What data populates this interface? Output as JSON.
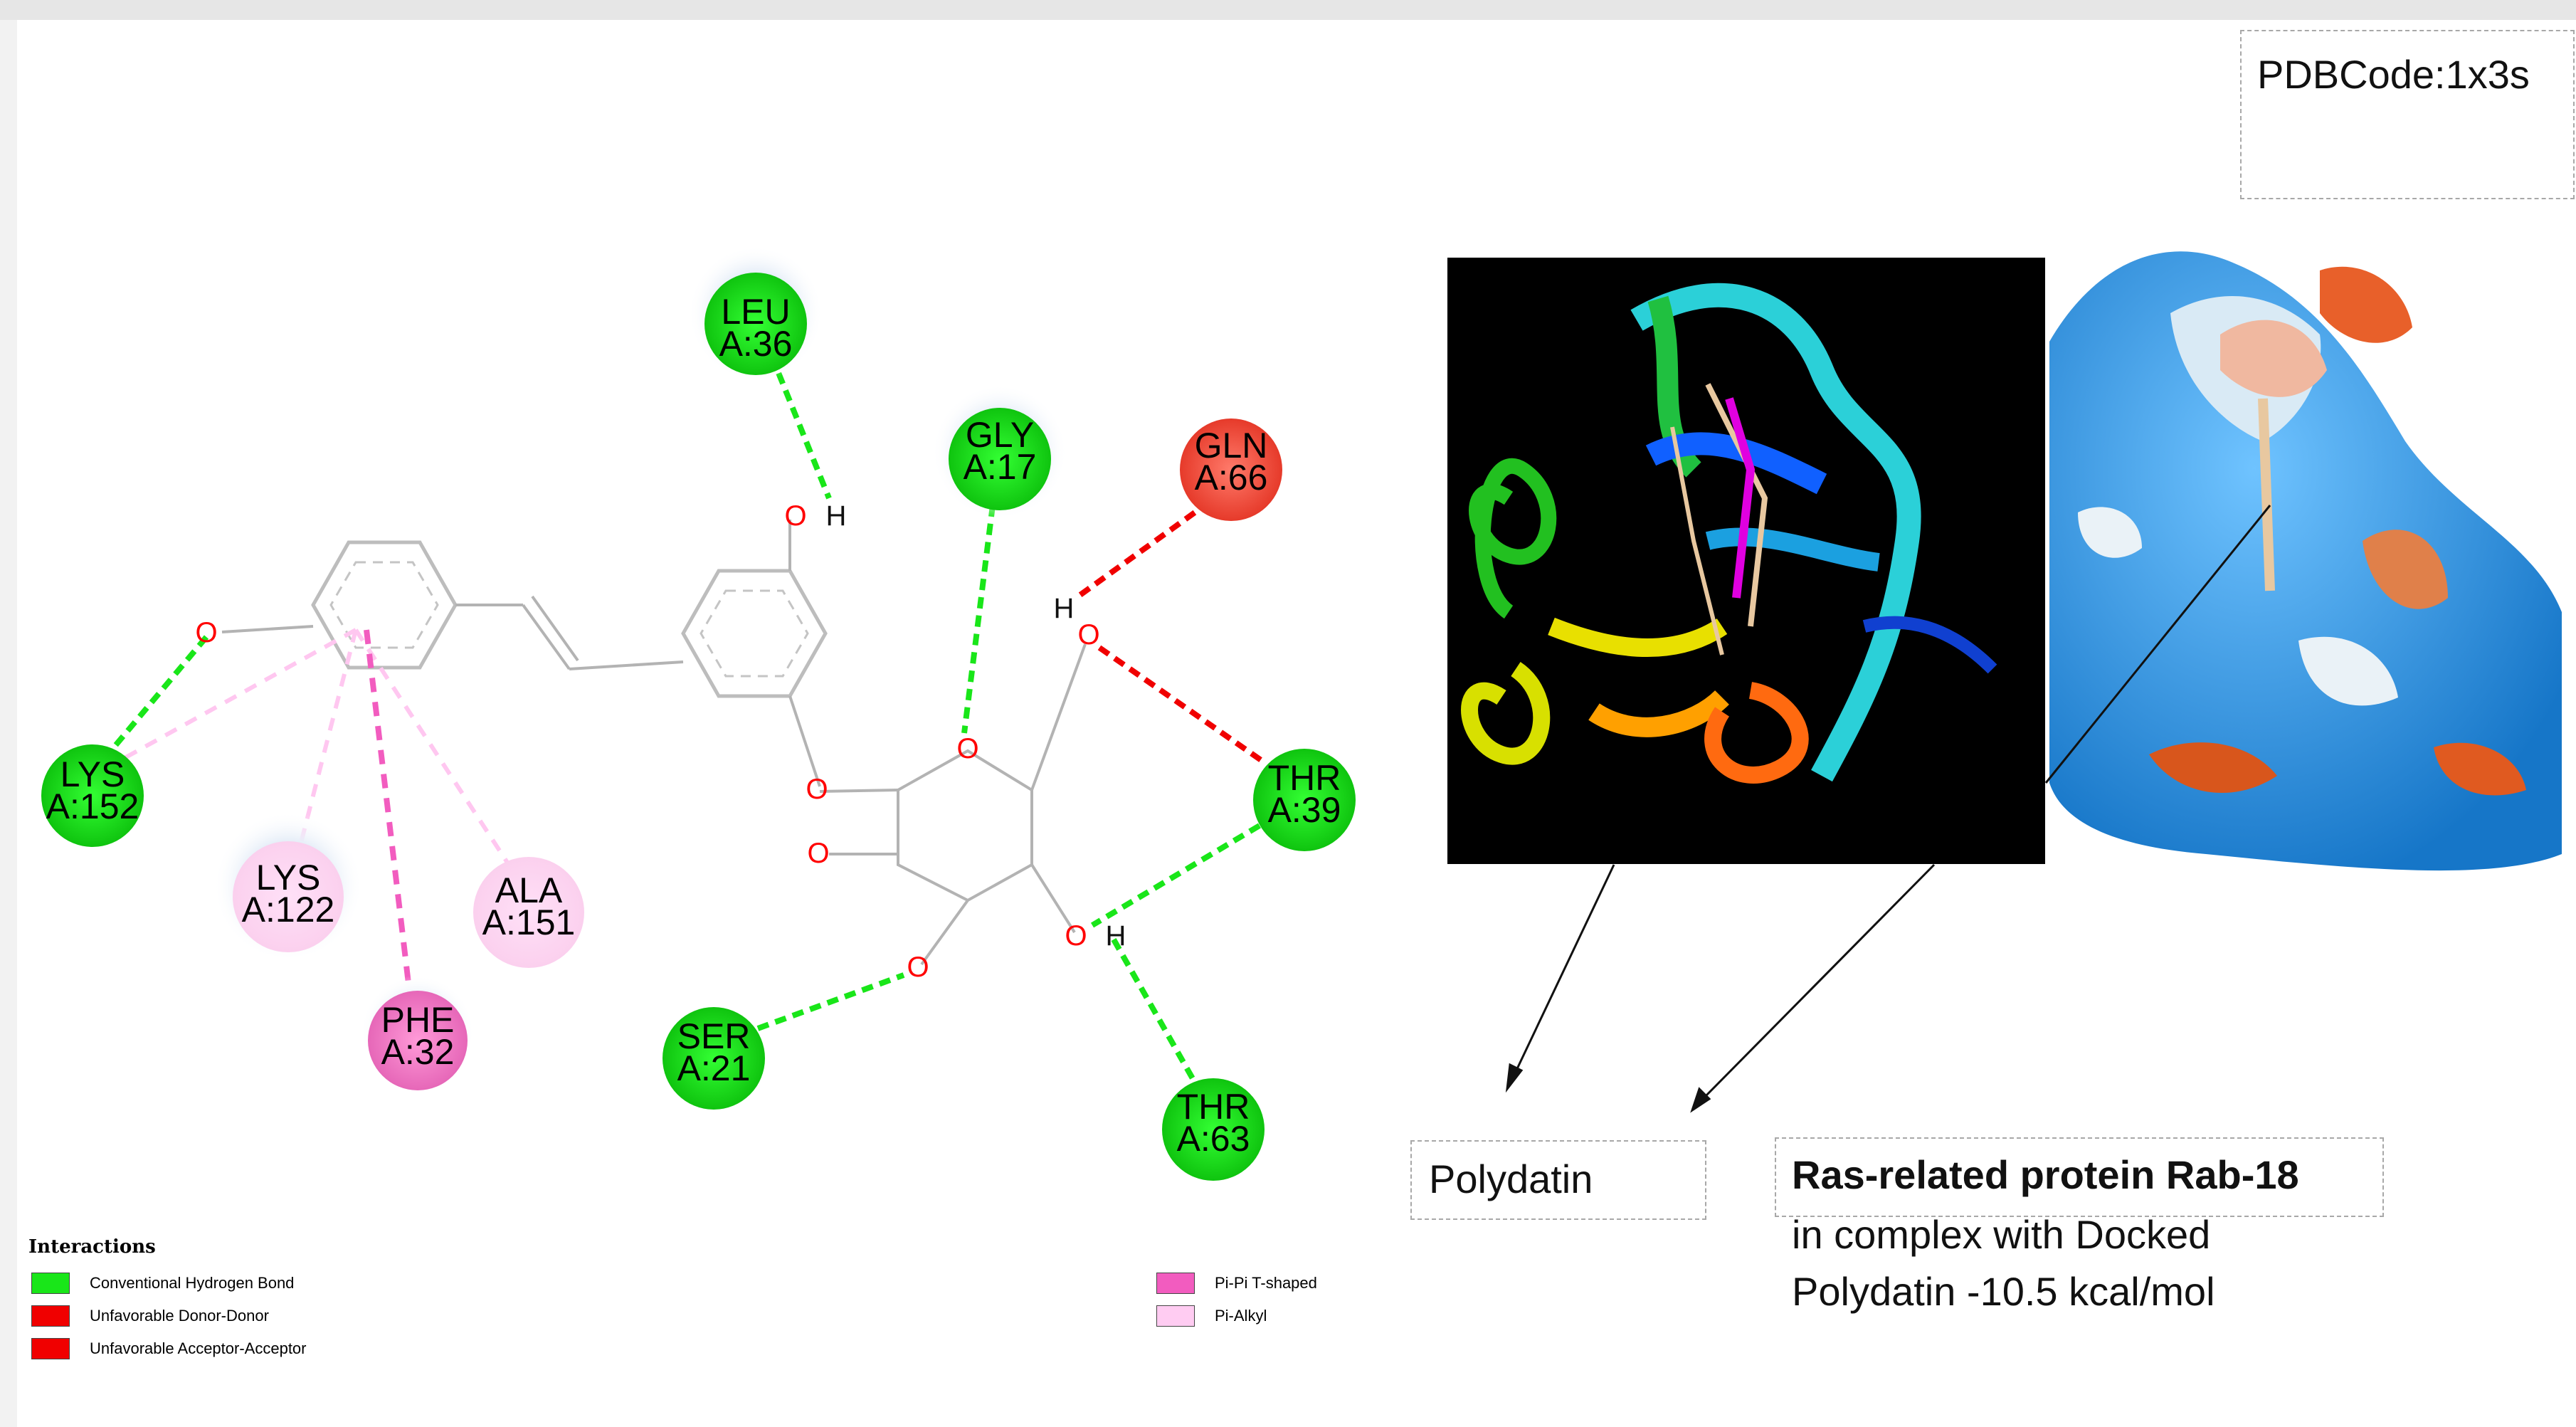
{
  "diagram": {
    "pdb_code": "PDBCode:1x3s",
    "residues": [
      {
        "id": "leu36",
        "name": "LEU",
        "chain": "A:36",
        "type": "hbond"
      },
      {
        "id": "gly17",
        "name": "GLY",
        "chain": "A:17",
        "type": "hbond"
      },
      {
        "id": "gln66",
        "name": "GLN",
        "chain": "A:66",
        "type": "unfavorable"
      },
      {
        "id": "lys152",
        "name": "LYS",
        "chain": "A:152",
        "type": "hbond"
      },
      {
        "id": "lys122",
        "name": "LYS",
        "chain": "A:122",
        "type": "pi-alkyl"
      },
      {
        "id": "ala151",
        "name": "ALA",
        "chain": "A:151",
        "type": "pi-alkyl"
      },
      {
        "id": "phe32",
        "name": "PHE",
        "chain": "A:32",
        "type": "pi-pi"
      },
      {
        "id": "thr39",
        "name": "THR",
        "chain": "A:39",
        "type": "hbond"
      },
      {
        "id": "ser21",
        "name": "SER",
        "chain": "A:21",
        "type": "hbond"
      },
      {
        "id": "thr63",
        "name": "THR",
        "chain": "A:63",
        "type": "hbond"
      }
    ],
    "atoms": {
      "oxygen": "O",
      "hydrogen": "H"
    },
    "legend": {
      "title": "Interactions",
      "items": [
        {
          "label": "Conventional Hydrogen Bond",
          "color": "#19e619"
        },
        {
          "label": "Unfavorable Donor-Donor",
          "color": "#f00000"
        },
        {
          "label": "Unfavorable Acceptor-Acceptor",
          "color": "#f00000"
        },
        {
          "label": "Pi-Pi T-shaped",
          "color": "#f25cbf"
        },
        {
          "label": "Pi-Alkyl",
          "color": "#ffccf2"
        }
      ]
    },
    "captions": {
      "ligand": "Polydatin",
      "protein_title": "Ras-related protein Rab-18",
      "protein_line2": "in complex with Docked",
      "protein_line3": "Polydatin -10.5 kcal/mol"
    },
    "colors": {
      "hbond": "#19e619",
      "unfavorable": "#f00000",
      "pi_pi": "#f25cbf",
      "pi_alkyl": "#ffccf2",
      "bond": "#b3b3b3",
      "oxygen": "#ff0000"
    }
  }
}
